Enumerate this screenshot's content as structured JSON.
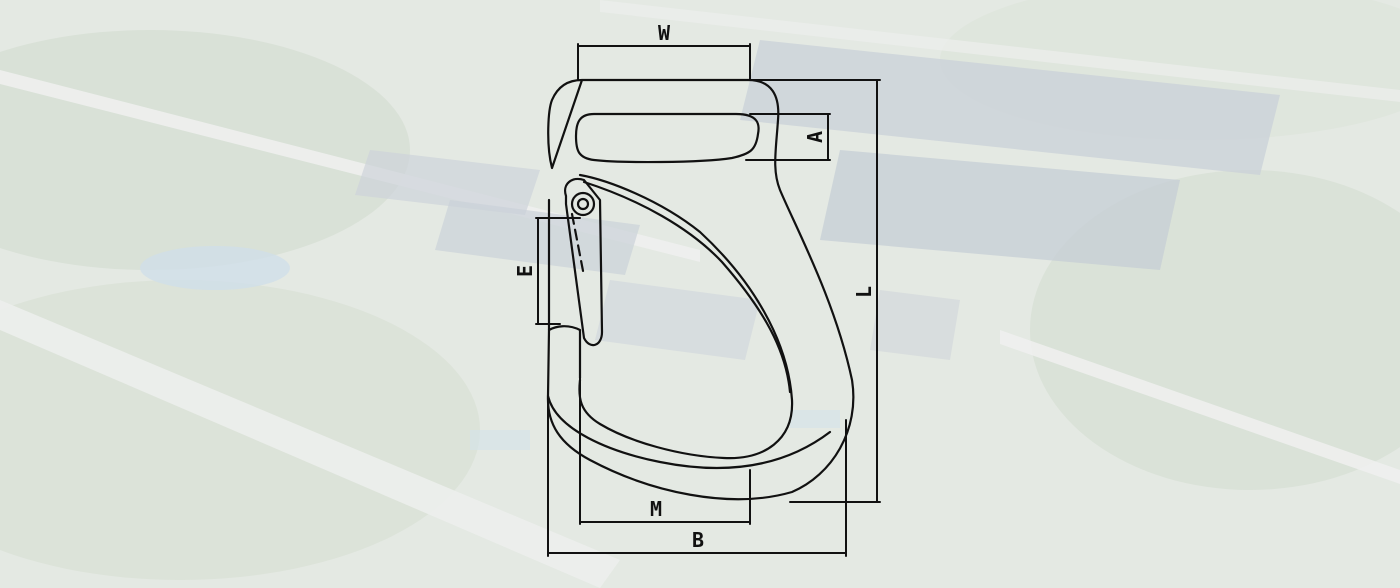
{
  "colors": {
    "background": "#e6eae5",
    "ink": "#111111",
    "factory_roof": "#c7cdd4",
    "greenery": "#d3ddd0"
  },
  "dimensions": {
    "width_label": "W",
    "opening_label": "A",
    "length_label": "L",
    "gate_label": "E",
    "mouth_label": "M",
    "base_label": "B"
  }
}
